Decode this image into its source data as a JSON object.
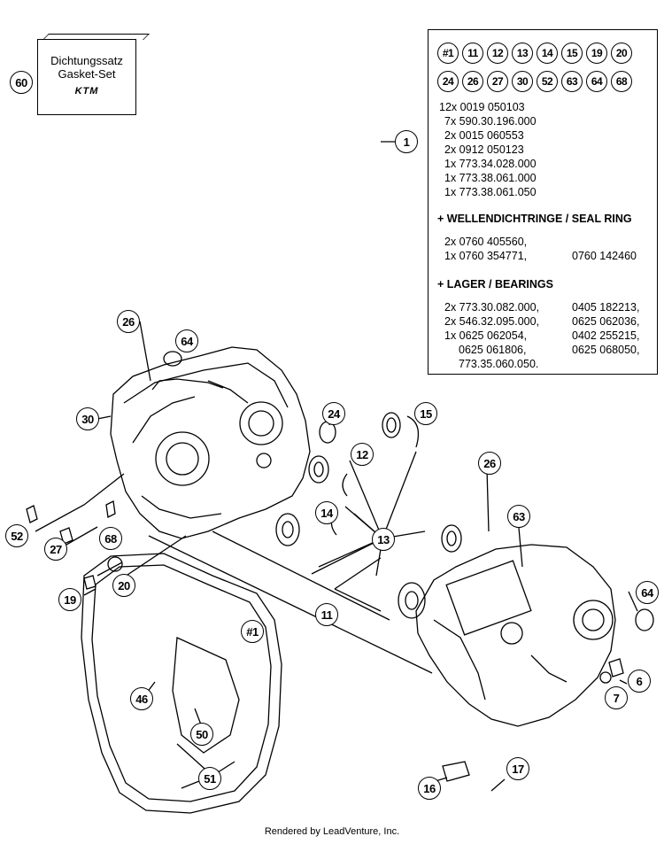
{
  "gasket_kit": {
    "callout": "60",
    "line1": "Dichtungssatz",
    "line2": "Gasket-Set",
    "logo": "KTM"
  },
  "parts_panel": {
    "chips_row1": [
      "#1",
      "11",
      "12",
      "13",
      "14",
      "15",
      "19",
      "20"
    ],
    "chips_row2": [
      "24",
      "26",
      "27",
      "30",
      "52",
      "63",
      "64",
      "68"
    ],
    "quantities": [
      "12x 0019 050103",
      "7x 590.30.196.000",
      "2x 0015 060553",
      "2x 0912 050123",
      "1x 773.34.028.000",
      "1x 773.38.061.000",
      "1x 773.38.061.050"
    ],
    "seal_heading": "+ WELLENDICHTRINGE /  SEAL RING",
    "seal_left": [
      "2x 0760 405560,",
      "1x 0760 354771,"
    ],
    "seal_right": [
      "",
      "0760 142460"
    ],
    "bearing_heading": "+ LAGER / BEARINGS",
    "bearing_left": [
      "2x 773.30.082.000,",
      "2x 546.32.095.000,",
      "1x 0625 062054,",
      "0625 061806,",
      "773.35.060.050."
    ],
    "bearing_right": [
      "0405 182213,",
      "0625 062036,",
      "0402 255215,",
      "0625 068050,",
      ""
    ]
  },
  "callouts": {
    "c1": "1",
    "c26a": "26",
    "c64a": "64",
    "c30": "30",
    "c24": "24",
    "c15": "15",
    "c12": "12",
    "c14": "14",
    "c13": "13",
    "c26b": "26",
    "c63": "63",
    "c52": "52",
    "c27": "27",
    "c68": "68",
    "c19": "19",
    "c20": "20",
    "c11": "11",
    "c_h1": "#1",
    "c64b": "64",
    "c6": "6",
    "c7": "7",
    "c46": "46",
    "c50": "50",
    "c51": "51",
    "c16": "16",
    "c17": "17"
  },
  "footer": "Rendered by LeadVenture, Inc."
}
